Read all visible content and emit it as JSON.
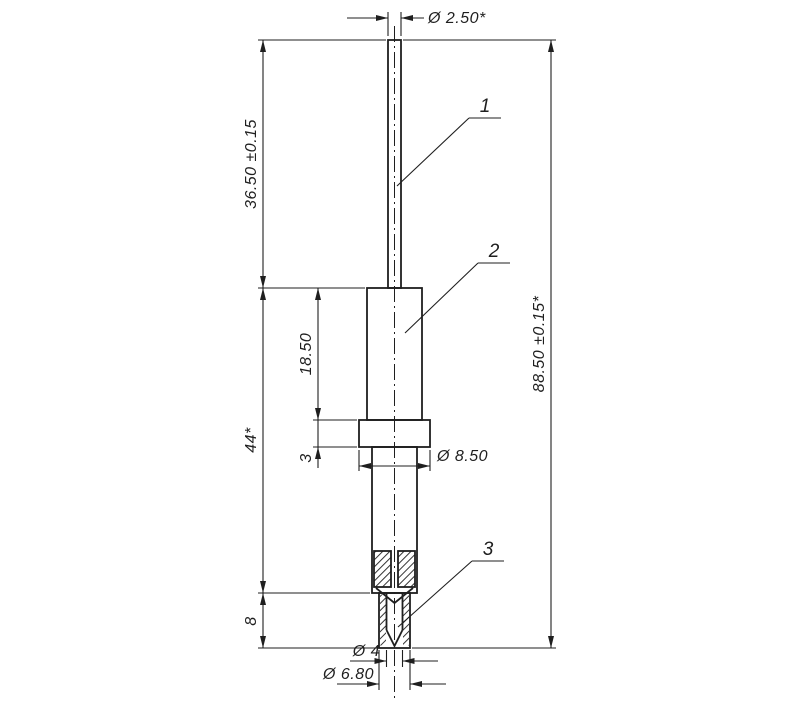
{
  "drawing": {
    "background_color": "#ffffff",
    "line_color": "#1f1f1f",
    "dimensions": {
      "top_rod_diameter": "Ø 2.50*",
      "top_section_length": "36.50 ±0.15",
      "body_length": "18.50",
      "middle_section_length": "44*",
      "collar_thickness": "3",
      "collar_diameter": "Ø 8.50",
      "overall_length": "88.50 ±0.15*",
      "bottom_section_length": "8",
      "tip_bore_diameter": "Ø 4",
      "tip_sleeve_diameter": "Ø 6.80"
    },
    "callouts": {
      "item_1": "1",
      "item_2": "2",
      "item_3": "3"
    }
  }
}
